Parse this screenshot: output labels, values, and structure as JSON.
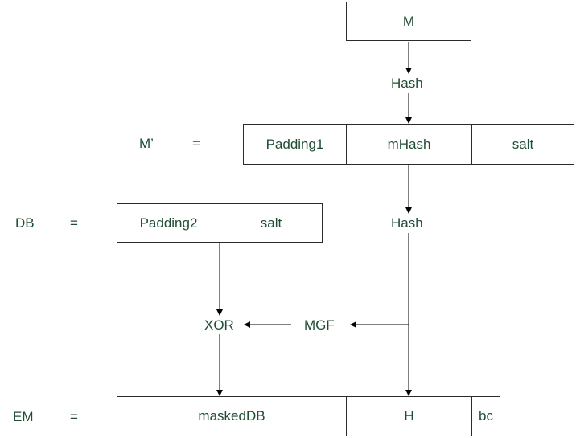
{
  "nodes": {
    "m": "M",
    "hash_top": "Hash",
    "m_prime": "M’",
    "eq_mprime": "=",
    "padding1": "Padding1",
    "mhash": "mHash",
    "salt_top": "salt",
    "db": "DB",
    "eq_db": "=",
    "padding2": "Padding2",
    "salt_db": "salt",
    "hash_mid": "Hash",
    "xor": "XOR",
    "mgf": "MGF",
    "em": "EM",
    "eq_em": "=",
    "masked_db": "maskedDB",
    "h": "H",
    "bc": "bc"
  },
  "colors": {
    "text": "#1f4d33",
    "border": "#2b2b2b",
    "arrow": "#000000"
  }
}
